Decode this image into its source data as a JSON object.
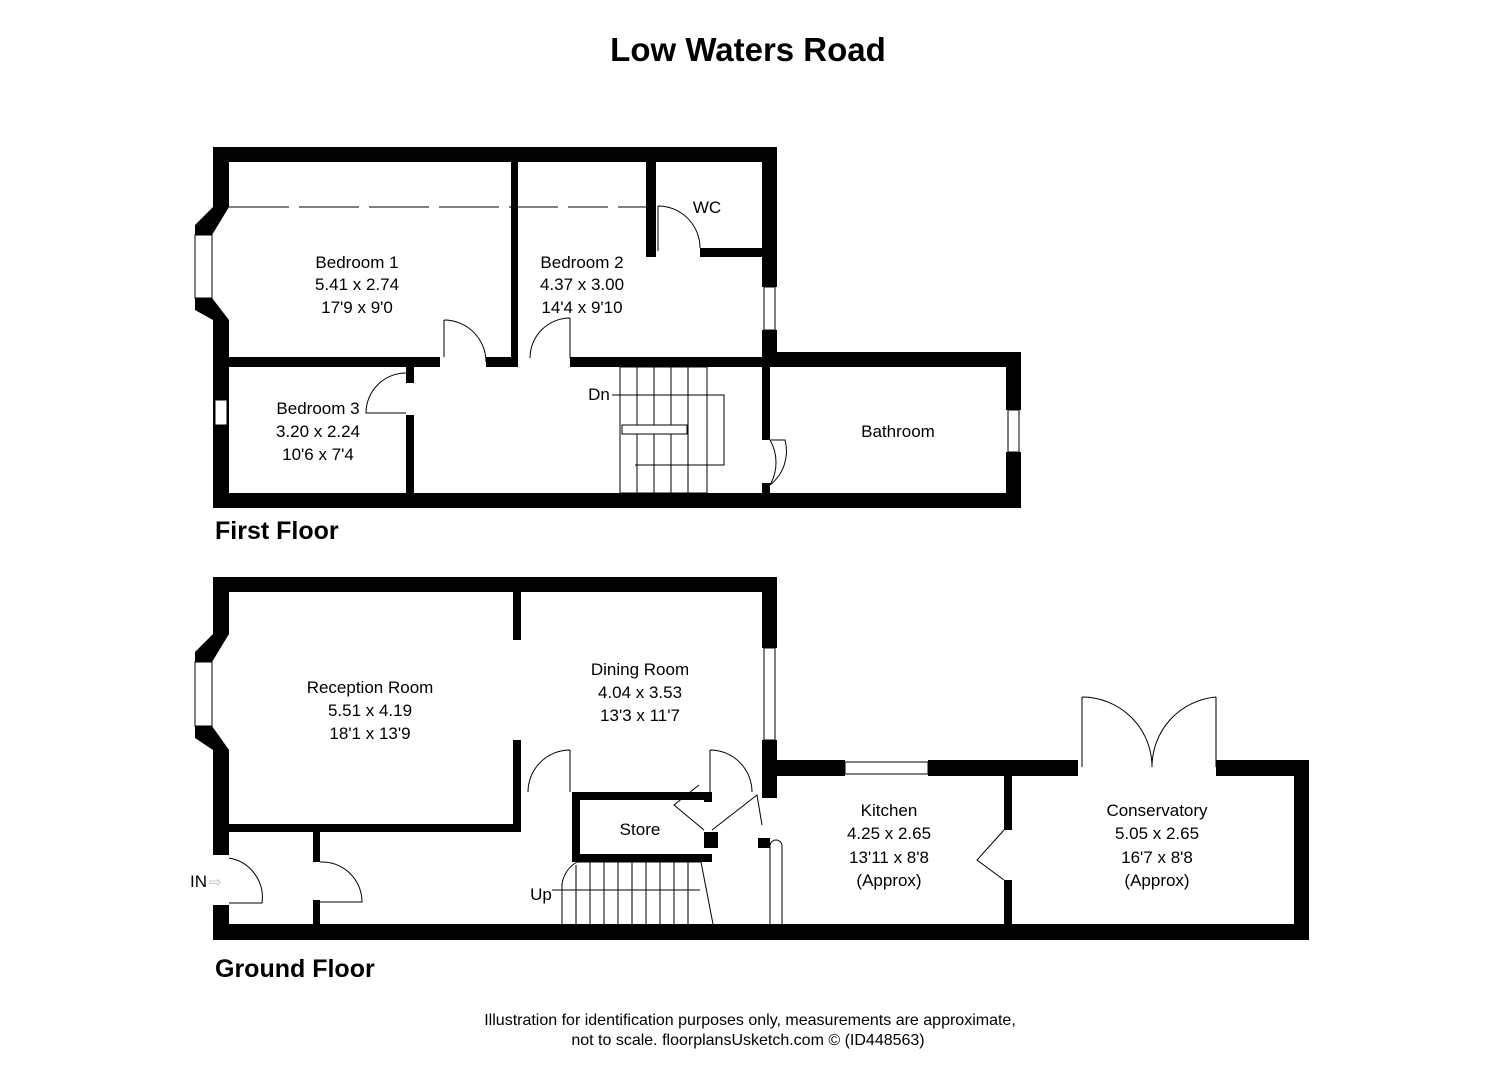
{
  "title": "Low Waters Road",
  "first_floor": {
    "label": "First Floor",
    "rooms": [
      {
        "name": "Bedroom 1",
        "metric": "5.41 x 2.74",
        "imperial": "17'9 x 9'0"
      },
      {
        "name": "Bedroom 2",
        "metric": "4.37 x 3.00",
        "imperial": "14'4 x 9'10"
      },
      {
        "name": "Bedroom 3",
        "metric": "3.20 x 2.24",
        "imperial": "10'6 x 7'4"
      },
      {
        "name": "WC"
      },
      {
        "name": "Bathroom"
      }
    ],
    "stairs_label": "Dn"
  },
  "ground_floor": {
    "label": "Ground Floor",
    "rooms": [
      {
        "name": "Reception Room",
        "metric": "5.51 x 4.19",
        "imperial": "18'1 x 13'9"
      },
      {
        "name": "Dining Room",
        "metric": "4.04 x 3.53",
        "imperial": "13'3 x 11'7"
      },
      {
        "name": "Kitchen",
        "metric": "4.25 x 2.65",
        "imperial": "13'11 x 8'8",
        "note": "(Approx)"
      },
      {
        "name": "Conservatory",
        "metric": "5.05 x 2.65",
        "imperial": "16'7 x 8'8",
        "note": "(Approx)"
      },
      {
        "name": "Store"
      }
    ],
    "stairs_label": "Up",
    "entrance_label": "IN"
  },
  "footer": {
    "line1": "Illustration for identification purposes only, measurements are approximate,",
    "line2": "not to scale. floorplansUsketch.com © (ID448563)"
  }
}
